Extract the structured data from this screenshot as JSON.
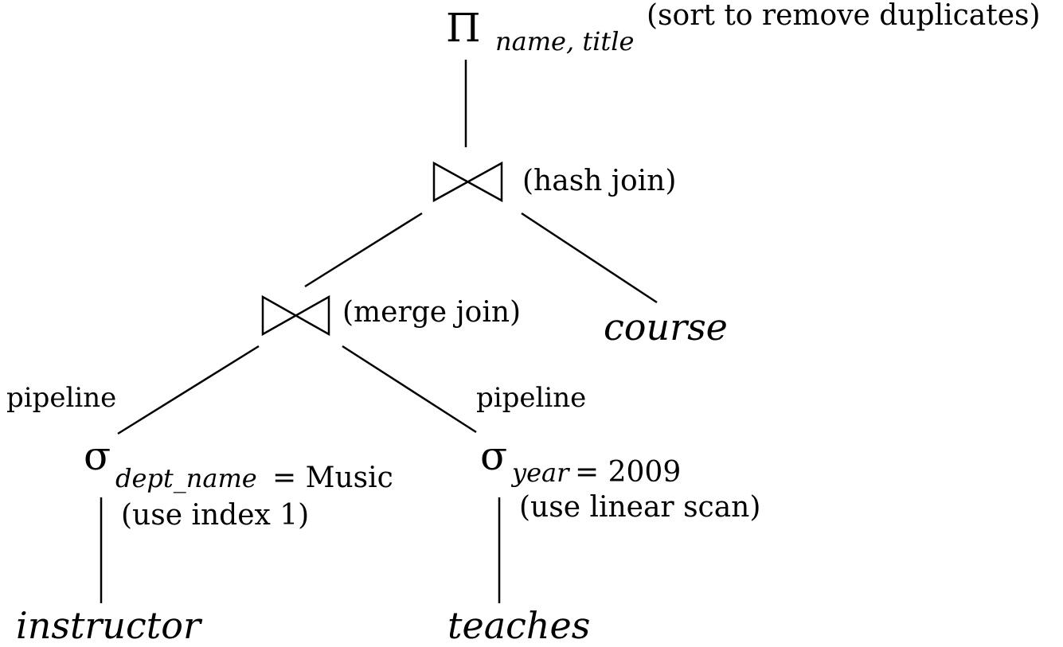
{
  "projection": {
    "symbol": "Π",
    "attributes": "name, title",
    "note": "(sort to remove duplicates)"
  },
  "hash_join": {
    "note": "(hash join)"
  },
  "merge_join": {
    "note": "(merge join)"
  },
  "relations": {
    "course": "course",
    "instructor": "instructor",
    "teaches": "teaches"
  },
  "edges": {
    "left_pipeline": "pipeline",
    "right_pipeline": "pipeline"
  },
  "selection_left": {
    "symbol": "σ",
    "attribute": "dept_name",
    "condition": "= Music",
    "note": "(use index 1)"
  },
  "selection_right": {
    "symbol": "σ",
    "attribute": "year",
    "condition": "= 2009",
    "note": "(use linear scan)"
  }
}
